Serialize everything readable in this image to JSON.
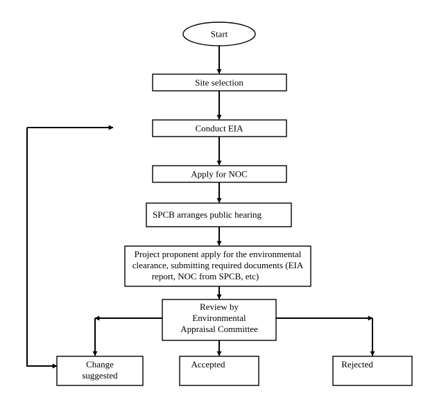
{
  "diagram": {
    "nodes": {
      "start": {
        "label": "Start",
        "shape": "ellipse"
      },
      "site_selection": {
        "label": "Site selection",
        "shape": "rect"
      },
      "conduct_eia": {
        "label": "Conduct EIA",
        "shape": "rect"
      },
      "apply_noc": {
        "label": "Apply for NOC",
        "shape": "rect"
      },
      "public_hearing": {
        "label": "SPCB arranges public hearing",
        "shape": "rect"
      },
      "apply_clearance": {
        "lines": [
          "Project proponent apply for the environmental",
          "clearance, submitting required documents (EIA",
          "report, NOC from SPCB, etc)"
        ],
        "shape": "rect"
      },
      "review": {
        "lines": [
          "Review by",
          "Environmental",
          "Appraisal Committee"
        ],
        "shape": "rect"
      },
      "change_suggested": {
        "lines": [
          "Change",
          "suggested"
        ],
        "shape": "rect"
      },
      "accepted": {
        "label": "Accepted",
        "shape": "rect"
      },
      "rejected": {
        "label": "Rejected",
        "shape": "rect"
      }
    },
    "edges": [
      {
        "from": "start",
        "to": "site_selection"
      },
      {
        "from": "site_selection",
        "to": "conduct_eia"
      },
      {
        "from": "conduct_eia",
        "to": "apply_noc"
      },
      {
        "from": "apply_noc",
        "to": "public_hearing"
      },
      {
        "from": "public_hearing",
        "to": "apply_clearance"
      },
      {
        "from": "apply_clearance",
        "to": "review"
      },
      {
        "from": "review",
        "to": "change_suggested"
      },
      {
        "from": "review",
        "to": "accepted"
      },
      {
        "from": "review",
        "to": "rejected"
      },
      {
        "from": "change_suggested",
        "to": "conduct_eia"
      }
    ],
    "colors": {
      "stroke": "#000000",
      "fill": "#ffffff"
    }
  }
}
